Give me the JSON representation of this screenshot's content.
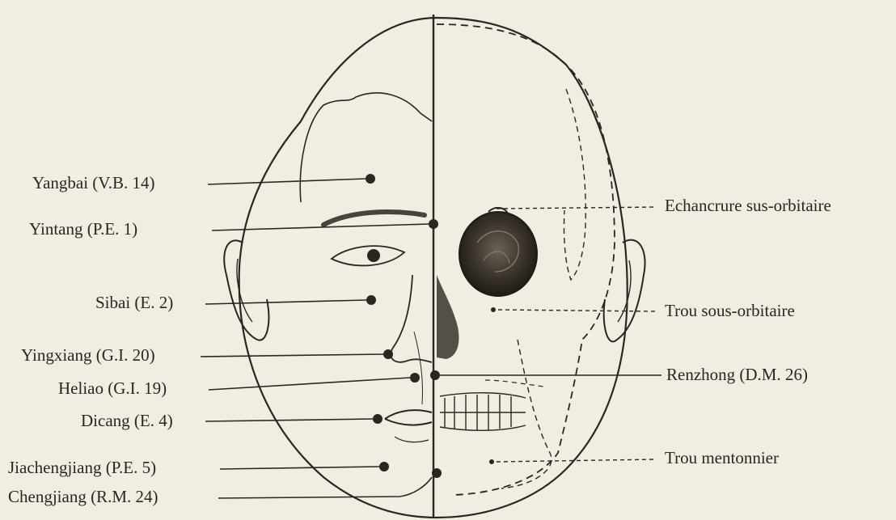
{
  "points_left": [
    {
      "id": "yangbai",
      "label": "Yangbai (V.B. 14)"
    },
    {
      "id": "yintang",
      "label": "Yintang (P.E. 1)"
    },
    {
      "id": "sibai",
      "label": "Sibai (E. 2)"
    },
    {
      "id": "yingxiang",
      "label": "Yingxiang (G.I. 20)"
    },
    {
      "id": "heliao",
      "label": "Heliao (G.I. 19)"
    },
    {
      "id": "dicang",
      "label": "Dicang (E. 4)"
    },
    {
      "id": "jiachengjiang",
      "label": "Jiachengjiang (P.E. 5)"
    },
    {
      "id": "chengjiang",
      "label": "Chengjiang (R.M. 24)"
    }
  ],
  "landmarks_right": [
    {
      "id": "echancrure",
      "label": "Echancrure sus-orbitaire"
    },
    {
      "id": "trou-sous-orbitaire",
      "label": "Trou sous-orbitaire"
    },
    {
      "id": "renzhong",
      "label": "Renzhong (D.M. 26)"
    },
    {
      "id": "trou-mentonnier",
      "label": "Trou mentonnier"
    }
  ],
  "colors": {
    "ink": "#2a2620",
    "paper": "#f2ede3",
    "orbit": "#3a342c"
  }
}
